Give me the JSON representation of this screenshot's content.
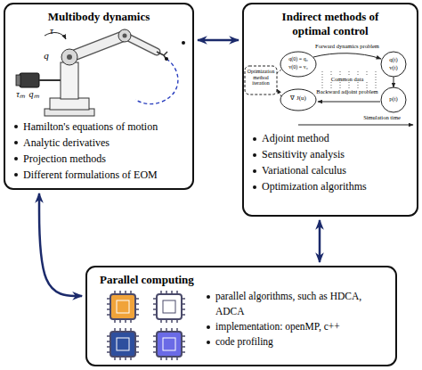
{
  "diagram": {
    "nodes": [
      {
        "text": [
          "Multibody dynamics",
          "Hamilton's equations of motion",
          "Analytic derivatives",
          "Projection methods",
          "Different formulations of EOM"
        ]
      },
      {
        "text": [
          "Indirect methods of optimal control",
          "Adjoint method",
          "Sensitivity analysis",
          "Variational calculus",
          "Optimization algorithms"
        ]
      },
      {
        "text": [
          "Parallel computing",
          "parallel algorithms, such as HDCA, ADCA",
          "implementation: openMP, c++",
          "code profiling"
        ]
      }
    ],
    "edges": [
      {
        "from": 0,
        "to": 1,
        "arrow": "both"
      },
      {
        "from": 0,
        "to": 2,
        "arrow": "both"
      },
      {
        "from": 1,
        "to": 2,
        "arrow": "both"
      }
    ],
    "labels": [
      "τ",
      "q",
      "τₘ",
      "qₘ",
      "Forward dynamics problem",
      "q(0) = q₀",
      "v(0) = v₀",
      "q(t)",
      "v(t)",
      "Common data",
      "Backward adjoint problem",
      "∇ J(u)",
      "p(t)",
      "Optimization method iteration",
      "Simulation time"
    ]
  }
}
